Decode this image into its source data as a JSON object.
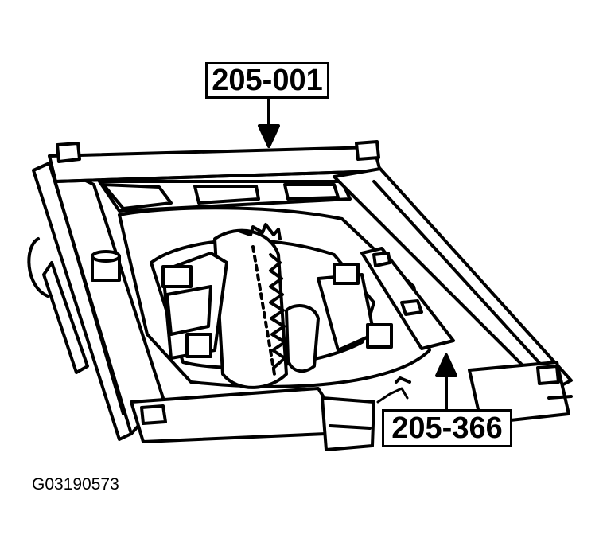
{
  "callouts": {
    "top": "205-001",
    "bottom": "205-366"
  },
  "figure_id": "G03190573",
  "colors": {
    "ink": "#000000",
    "paper": "#ffffff"
  }
}
